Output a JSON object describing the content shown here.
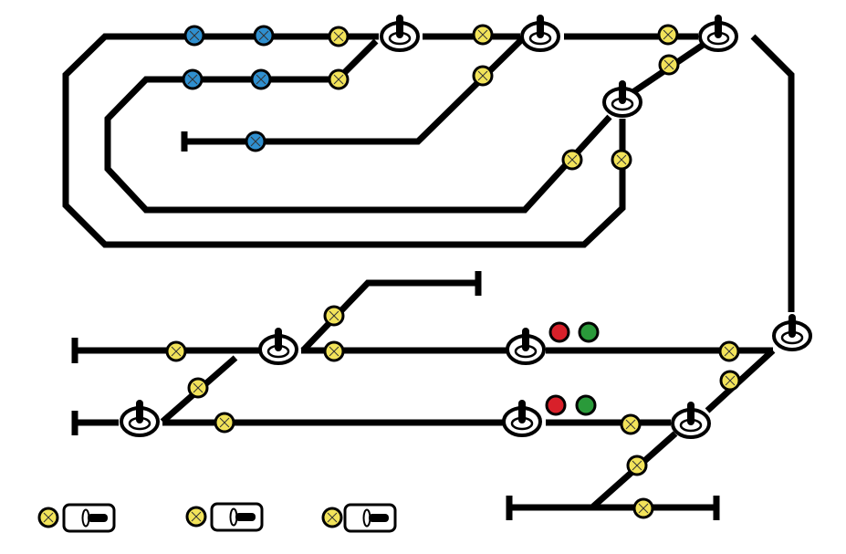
{
  "colors": {
    "track": "#000000",
    "lamp_yellow": "#f2e35a",
    "lamp_blue": "#2f8fcf",
    "lamp_red": "#d8202a",
    "lamp_green": "#2a9a3a",
    "background": "#ffffff"
  },
  "panel": {
    "switch_count": 10,
    "yellow_lamp_count": 21,
    "blue_lamp_count": 5,
    "signal_count": 2,
    "push_button_count": 3
  }
}
